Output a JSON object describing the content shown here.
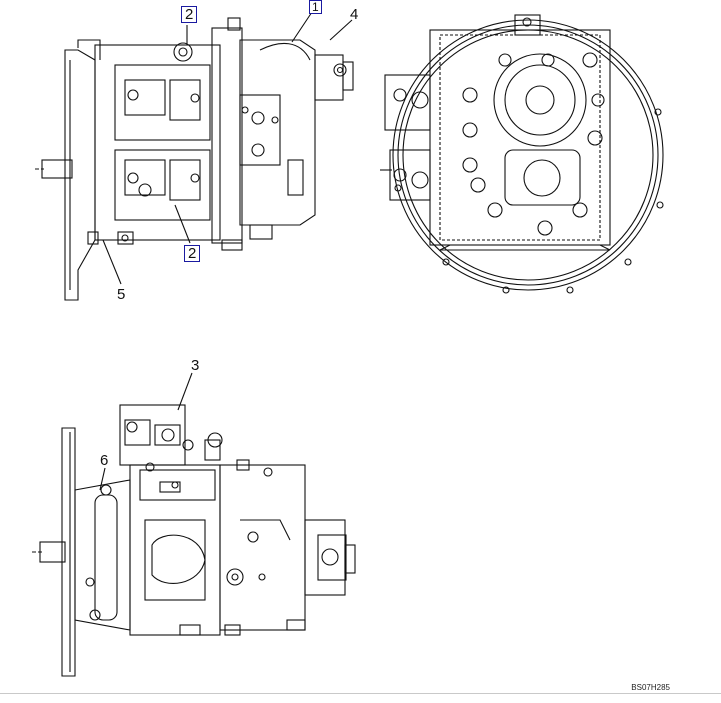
{
  "drawing": {
    "code": "BS07H285",
    "callouts": {
      "c1": "1",
      "c2_top": "2",
      "c2_bottom": "2",
      "c3": "3",
      "c4": "4",
      "c5": "5",
      "c6": "6"
    }
  }
}
